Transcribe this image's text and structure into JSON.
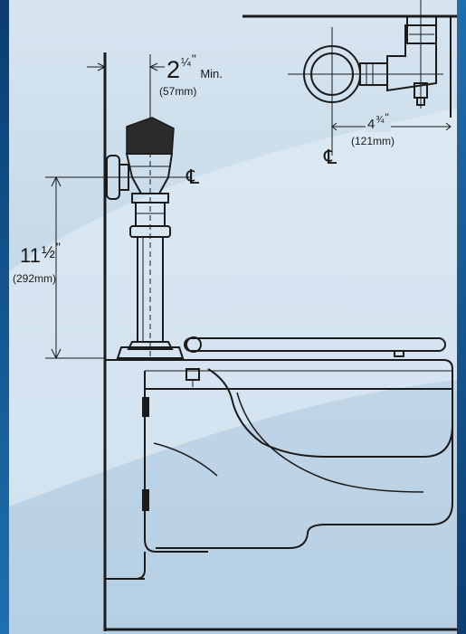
{
  "colors": {
    "panel": "#c8dbea",
    "line": "#1b1b1b",
    "handle": "#2b2b2b",
    "frame_blue": "#0f4a86"
  },
  "dimensions": {
    "clearance": {
      "value": "2¼\"",
      "whole": "2",
      "frac": "¼",
      "quote": "\"",
      "min_label": "Min.",
      "metric": "(57mm)"
    },
    "height": {
      "value": "11½\"",
      "whole": "11",
      "frac": "½",
      "quote": "\"",
      "metric": "(292mm)"
    },
    "offset": {
      "value": "4¾\"",
      "whole": "4",
      "frac": "¾",
      "quote": "\"",
      "metric": "(121mm)"
    }
  },
  "centerline_symbol": "℄"
}
